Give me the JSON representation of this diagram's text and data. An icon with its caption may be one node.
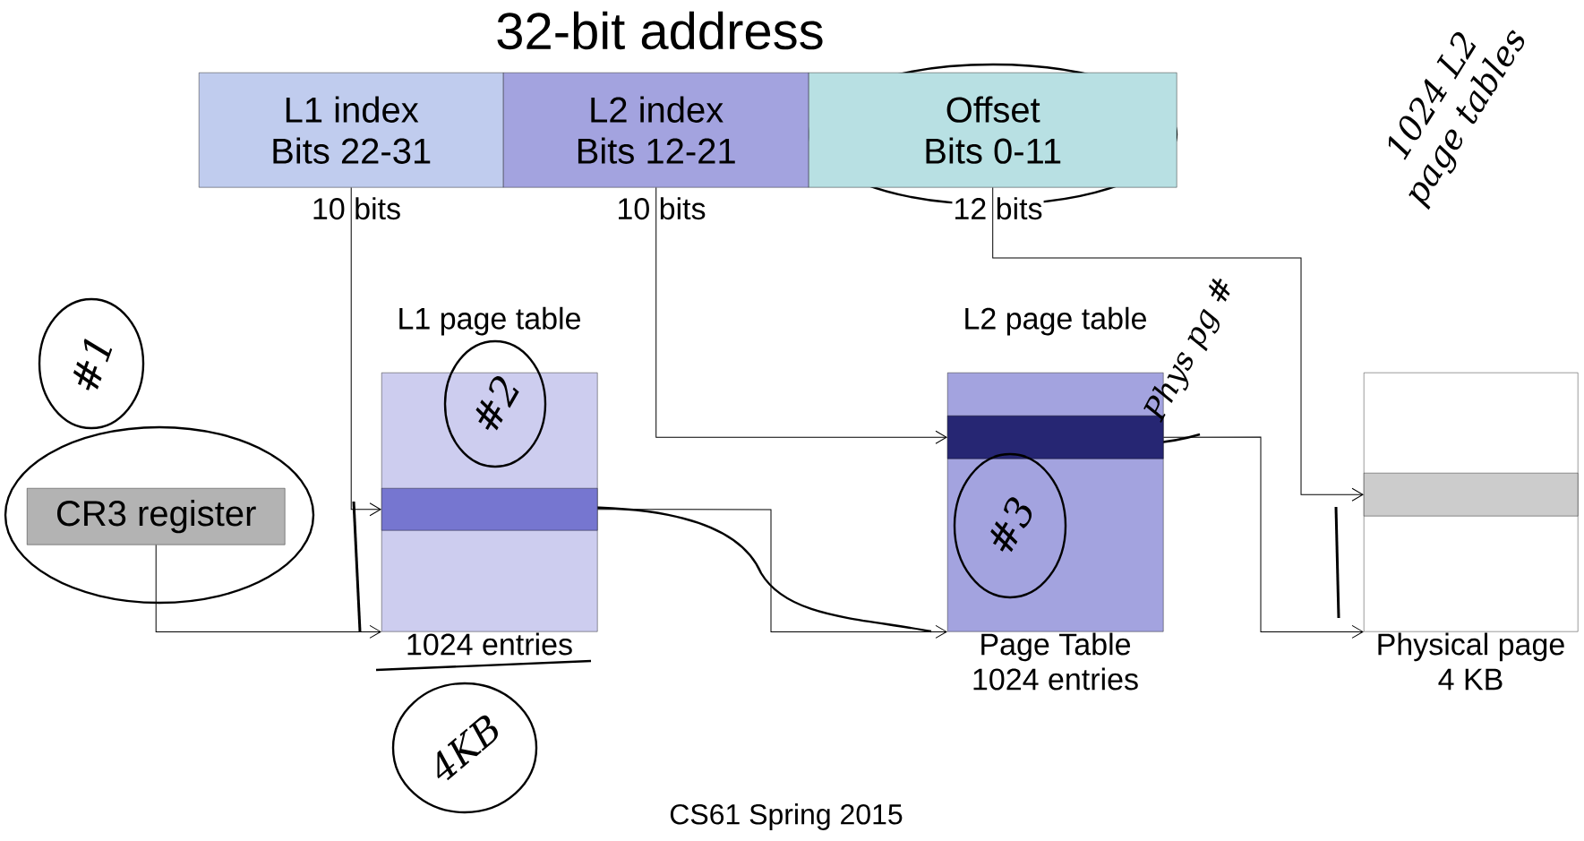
{
  "diagram": {
    "title": "32-bit address",
    "nodes": [
      {
        "text": [
          "L1 index",
          "Bits 22-31"
        ],
        "beside": [
          "10 bits"
        ]
      },
      {
        "text": [
          "L2 index",
          "Bits 12-21"
        ],
        "beside": [
          "10 bits"
        ]
      },
      {
        "text": [
          "Offset",
          "Bits 0-11"
        ],
        "beside": [
          "12 bits"
        ]
      },
      {
        "text": [
          "CR3 register"
        ]
      },
      {
        "text": [
          "L1 page table",
          "1024 entries"
        ]
      },
      {
        "text": [],
        "shape": "bar",
        "in": 4
      },
      {
        "text": [
          "L2 page table",
          "Page Table",
          "1024 entries"
        ]
      },
      {
        "text": [],
        "shape": "bar",
        "in": 6
      },
      {
        "text": [
          "Physical page",
          "4 KB"
        ]
      },
      {
        "text": [],
        "shape": "bar",
        "in": 8
      }
    ],
    "edges": [
      {
        "from": 0,
        "to": 5,
        "arrow": "to"
      },
      {
        "from": 3,
        "to": 4,
        "arrow": "to"
      },
      {
        "from": 1,
        "to": 7,
        "arrow": "to"
      },
      {
        "from": 5,
        "to": 6,
        "arrow": "to"
      },
      {
        "from": 2,
        "to": 9,
        "arrow": "to"
      },
      {
        "from": 7,
        "to": 8,
        "arrow": "to"
      }
    ],
    "labels": [
      "#1",
      "#2",
      "#3",
      "4KB",
      "Phys pg #",
      "1024 L2 page tables",
      "CS61 Spring 2015"
    ]
  }
}
